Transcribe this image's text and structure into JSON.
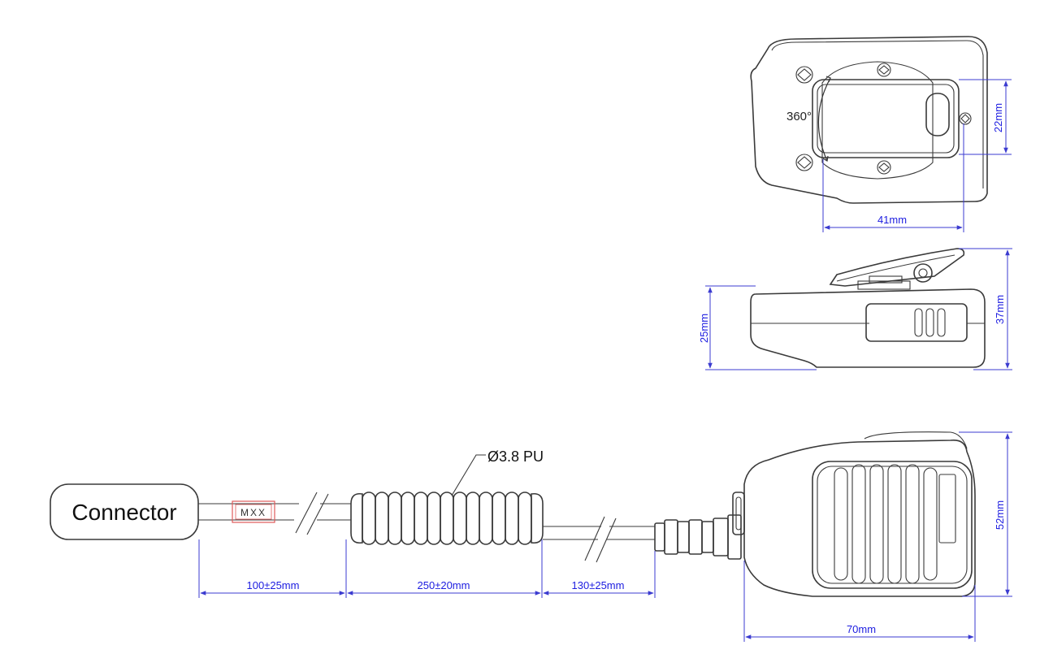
{
  "colors": {
    "outline": "#3a3a3a",
    "dimension": "#1c1ce0",
    "cable_tag": "#e05a5a",
    "background": "#ffffff"
  },
  "labels": {
    "connector": "Connector",
    "cable_tag": "MXX",
    "cable_spec": "Ø3.8 PU",
    "rotation": "360°"
  },
  "dimensions": {
    "top_clip_height": "22mm",
    "top_clip_width": "41mm",
    "side_body_height": "25mm",
    "side_total_height": "37mm",
    "cable_segment_1": "100±25mm",
    "cable_segment_2": "250±20mm",
    "cable_segment_3": "130±25mm",
    "front_height": "52mm",
    "front_width": "70mm"
  }
}
